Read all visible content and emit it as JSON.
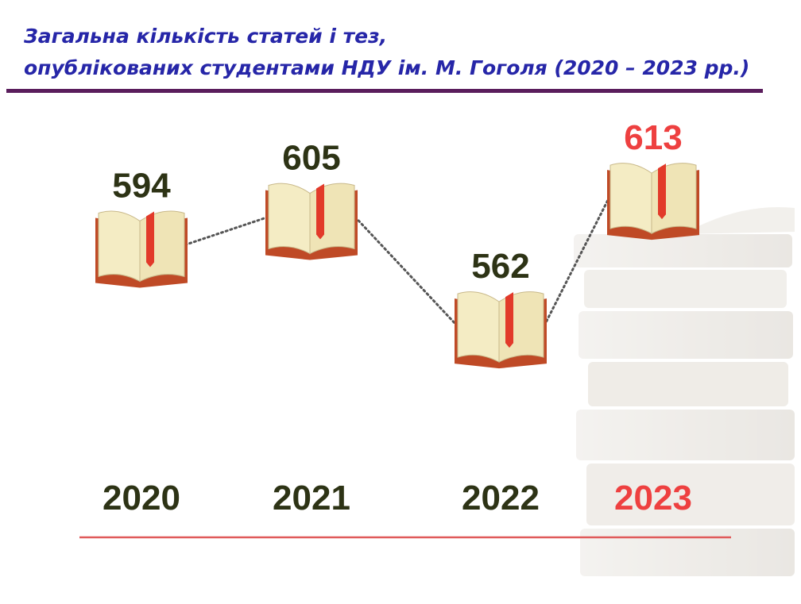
{
  "title_lines": [
    "Загальна кількість статей і тез,",
    "опублікованих студентами НДУ ім. М. Гоголя (2020 – 2023 рр.)"
  ],
  "colors": {
    "title": "#2626a8",
    "title_rule": "#5a1d5c",
    "value_text": "#2d3315",
    "highlight": "#ee4040",
    "baseline": "#e05a5a",
    "connector": "#555555",
    "book_cover": "#bf4a26",
    "book_page": "#f4ecc4",
    "bookmark": "#e23a2a"
  },
  "chart_data": {
    "type": "line",
    "categories": [
      "2020",
      "2021",
      "2022",
      "2023"
    ],
    "values": [
      594,
      605,
      562,
      613
    ],
    "ylim": [
      540,
      625
    ],
    "highlight_index": 3,
    "marker": "book-icon",
    "line_style": "dotted",
    "grid": false,
    "legend": "none"
  }
}
